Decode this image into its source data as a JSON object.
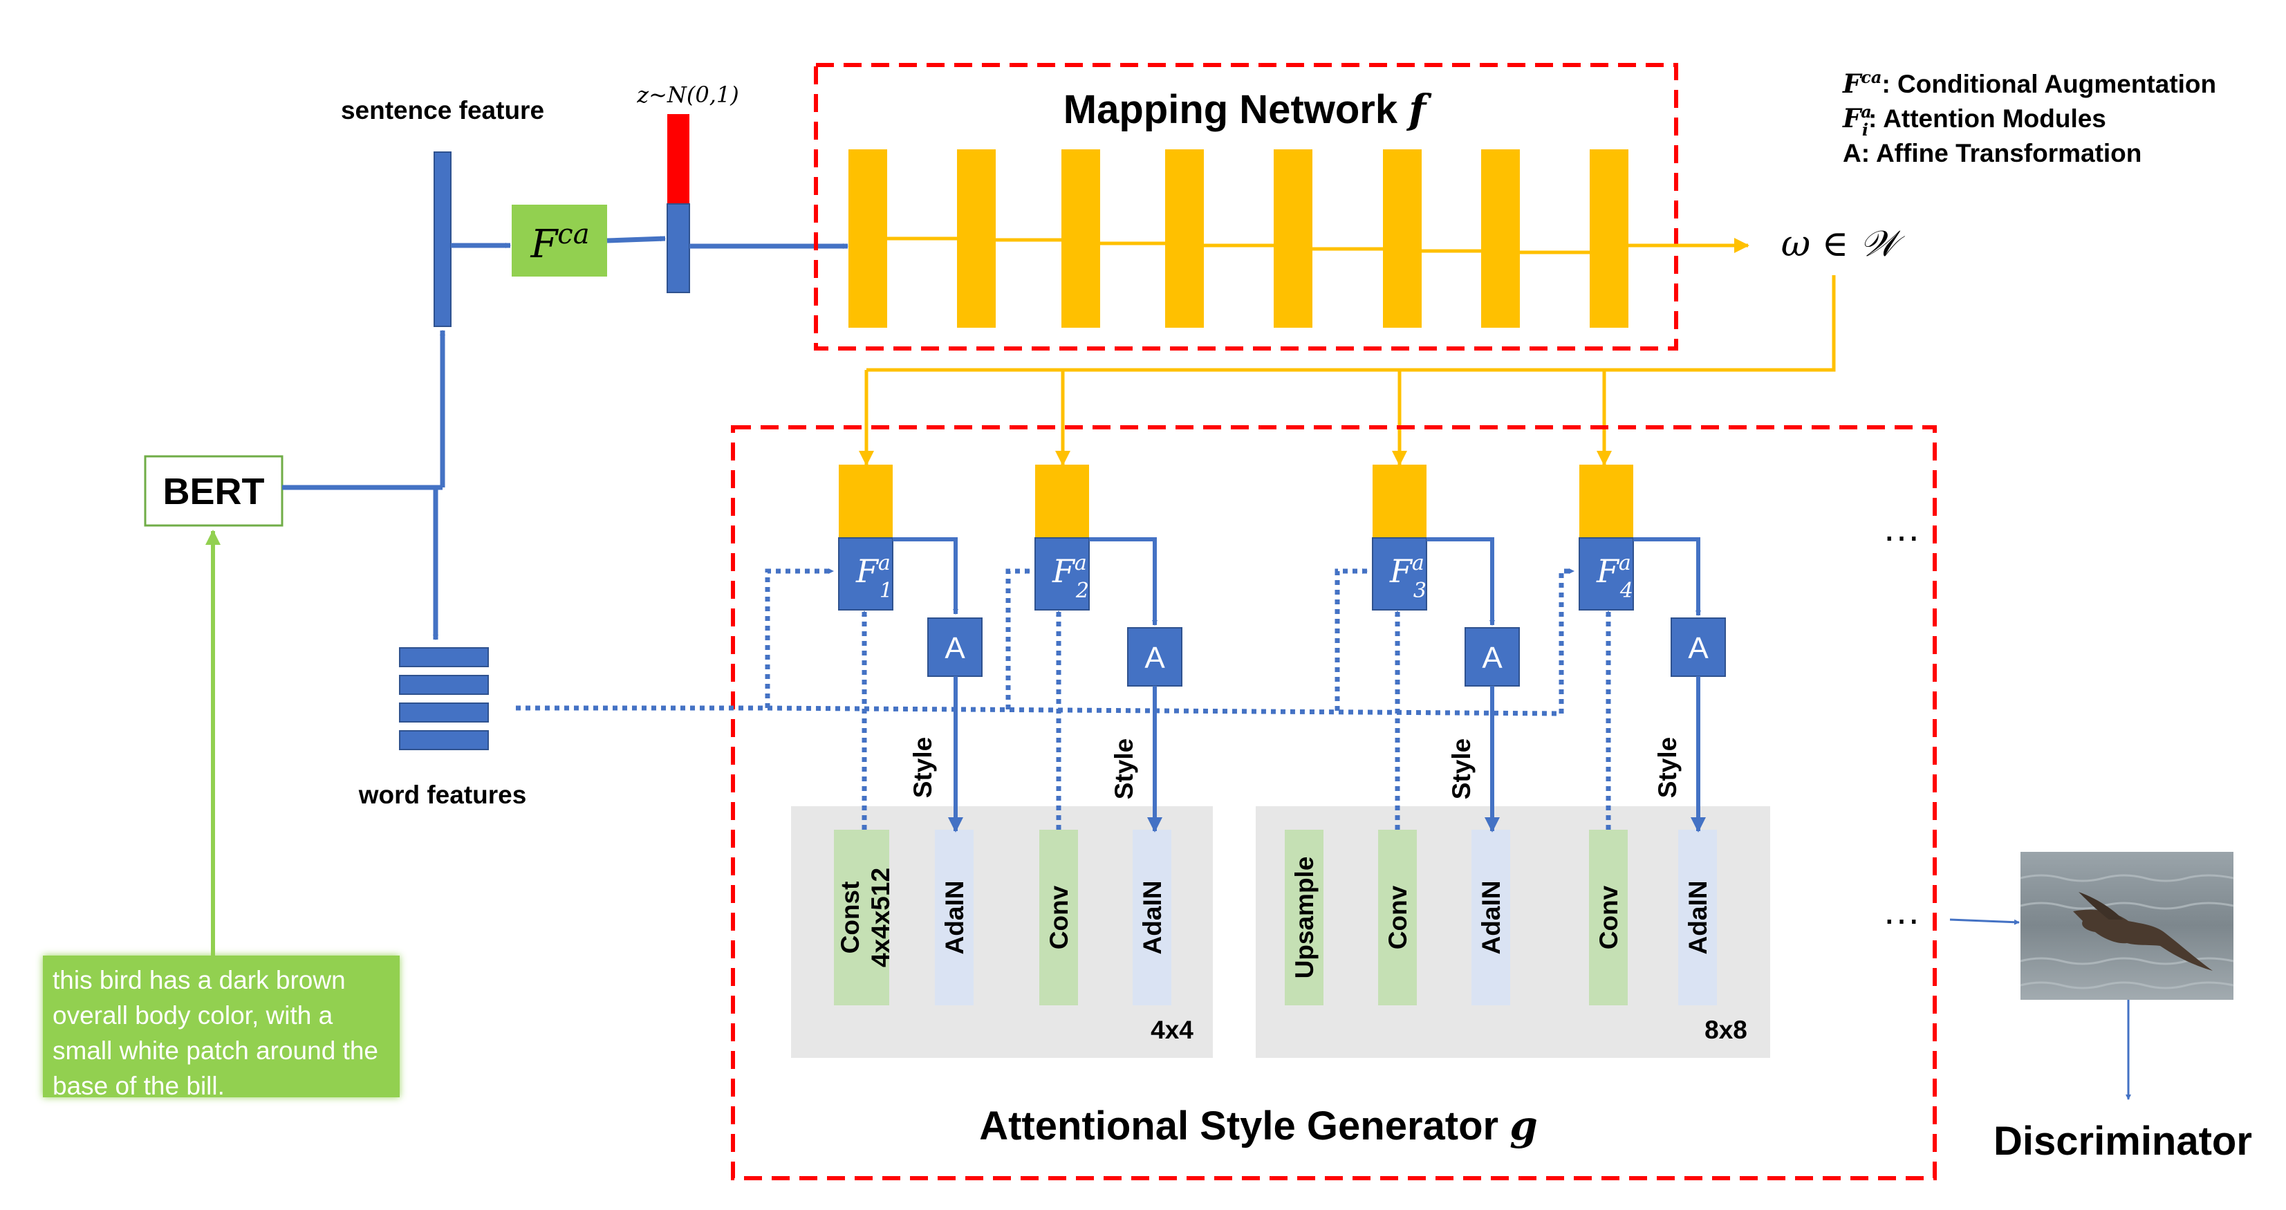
{
  "labels": {
    "sentence_feature": "sentence feature",
    "word_features": "word features",
    "bert": "BERT",
    "z_noise": "z~N(0,1)",
    "fca": "F",
    "fca_sup": "ca",
    "mapping_title": "Mapping Network ",
    "mapping_symbol": "f",
    "omega": "ω ∈ 𝒲",
    "generator_title": "Attentional Style Generator ",
    "generator_symbol": "g",
    "discriminator": "Discriminator",
    "ellipsis": "…",
    "block_sizes": [
      "4x4",
      "8x8"
    ],
    "affine": "A",
    "style": "Style",
    "attention_modules": [
      {
        "base": "F",
        "sup": "a",
        "sub": "1"
      },
      {
        "base": "F",
        "sup": "a",
        "sub": "2"
      },
      {
        "base": "F",
        "sup": "a",
        "sub": "3"
      },
      {
        "base": "F",
        "sup": "a",
        "sub": "4"
      }
    ],
    "block1_layers": [
      "Const 4x4x512",
      "AdaIN",
      "Conv",
      "AdaIN"
    ],
    "block2_layers": [
      "Upsample",
      "Conv",
      "AdaIN",
      "Conv",
      "AdaIN"
    ]
  },
  "legend": [
    {
      "sym": "F",
      "sup": "ca",
      "sub": "",
      "text": ": Conditional Augmentation"
    },
    {
      "sym": "F",
      "sup": "a",
      "sub": "i",
      "text": ": Attention Modules"
    },
    {
      "sym": "A",
      "sup": "",
      "sub": "",
      "text": ": Affine Transformation"
    }
  ],
  "caption": "this bird has a dark brown overall body color, with a small white patch around the base of the bill.",
  "colors": {
    "blue": "#4472c4",
    "orange": "#ffc000",
    "green": "#92d050",
    "red": "#ff0000",
    "grey_panel": "#e7e7e7",
    "const_green": "#c5e0b4",
    "adain_blue": "#dae3f3"
  }
}
